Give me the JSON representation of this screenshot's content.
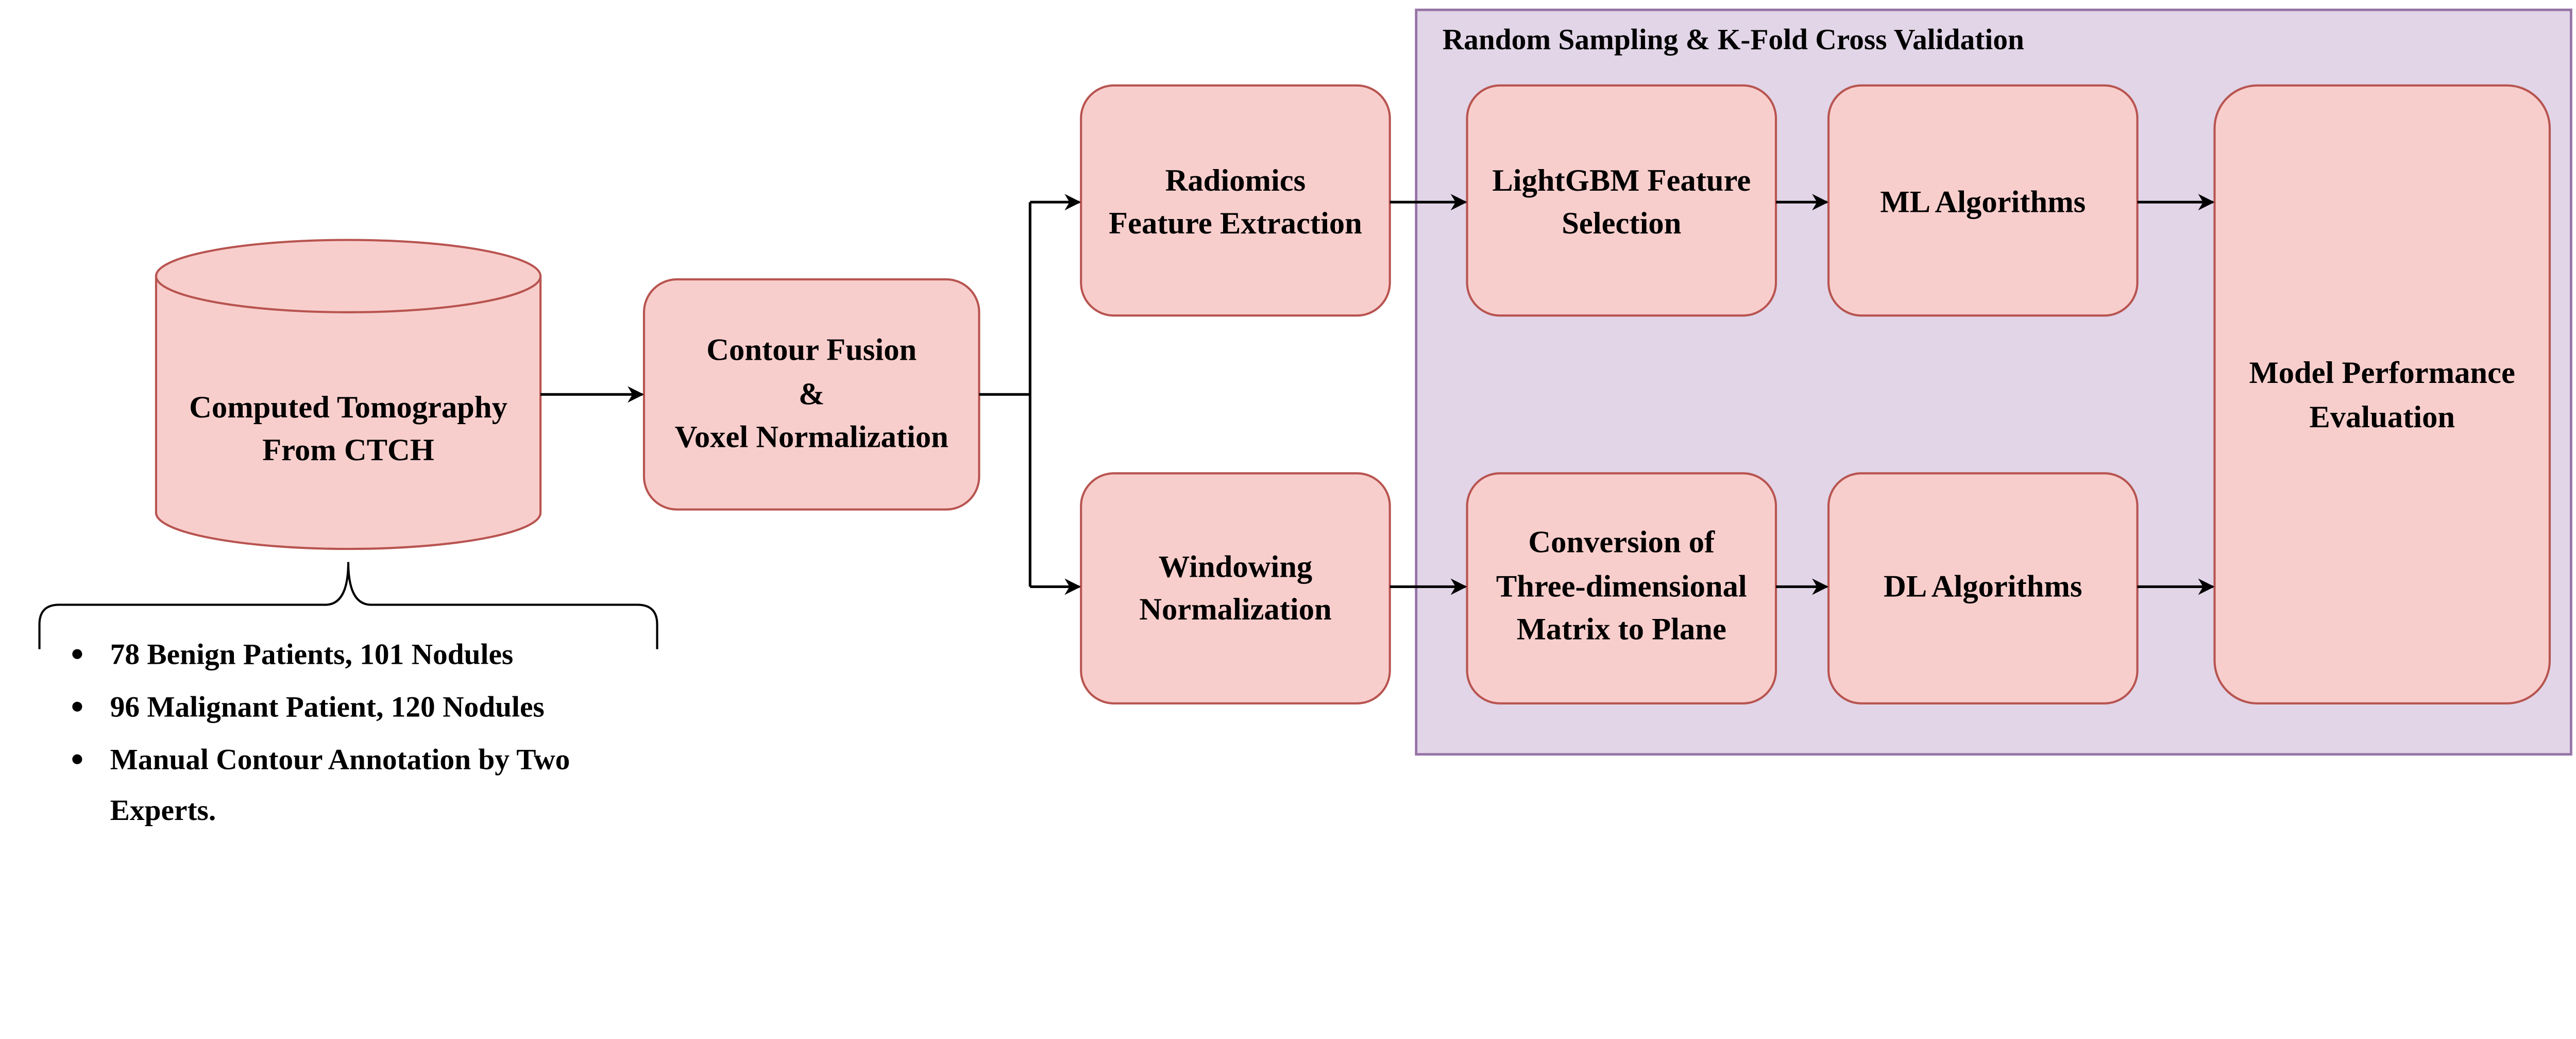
{
  "colors": {
    "node_fill": "#f8cecc",
    "node_stroke": "#b85450",
    "group_fill": "#e1d5e7",
    "group_stroke": "#9673a6"
  },
  "group": {
    "title": "Random Sampling & K-Fold Cross Validation"
  },
  "nodes": {
    "ct": [
      "Computed Tomography",
      "From CTCH"
    ],
    "contour": [
      "Contour Fusion",
      "&",
      "Voxel Normalization"
    ],
    "radiomics": [
      "Radiomics",
      "Feature Extraction"
    ],
    "windowing": [
      "Windowing",
      "Normalization"
    ],
    "lightgbm": [
      "LightGBM Feature",
      "Selection"
    ],
    "ml": [
      "ML Algorithms"
    ],
    "conversion": [
      "Conversion of",
      "Three-dimensional",
      "Matrix to Plane"
    ],
    "dl": [
      "DL Algorithms"
    ],
    "evaluation": [
      "Model Performance",
      "Evaluation"
    ]
  },
  "dataset_notes": [
    "78 Benign Patients, 101 Nodules",
    "96 Malignant Patient, 120 Nodules",
    "Manual Contour Annotation by Two",
    "Experts."
  ]
}
